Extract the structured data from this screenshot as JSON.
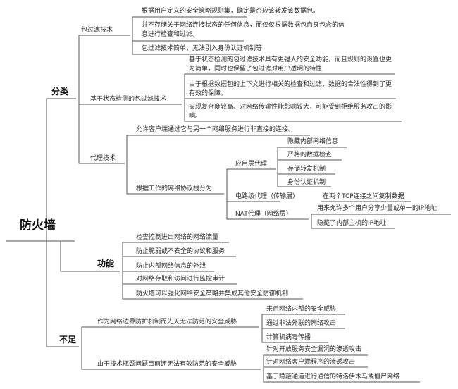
{
  "root": "防火墙",
  "classification": {
    "label": "分类",
    "packet_filter": {
      "label": "包过滤技术",
      "items": [
        "根据用户定义的安全策略规则集，确定是否应该转发该数据包。",
        "并不存储关于网络连接状态的任何信息，而仅仅根据数据包自身包含的信息进行检查和过滤。",
        "包过滤技术简单，无法引入身份认证机制等"
      ]
    },
    "stateful_filter": {
      "label": "基于状态检测的包过滤技术",
      "items": [
        "基于状态检测的包过滤技术具有更强大的安全功能，而且规则的设置也更为简单，同时也保留了包过滤对用户透明的特性",
        "由于根据数据包的上下文进行相关的检查和过滤，数据的合法性得到了更有效的保障。",
        "实现复杂度较高、对网络传输性能影响较大，可能受到拒绝服务攻击的影响。"
      ]
    },
    "proxy": {
      "label": "代理技术",
      "desc": "允许客户端通过它与另一个网络服务进行非直接的连接。",
      "layer_group": {
        "label": "根据工作的网络协议栈分为",
        "app_proxy": {
          "label": "应用层代理",
          "items": [
            "隐藏内部网络信息",
            "严格的数据检查",
            "存储转发机制",
            "身份认证机制"
          ]
        },
        "circuit_proxy": {
          "label": "电路级代理（传输层）",
          "desc": "在两个TCP连接之间复制数据"
        },
        "nat_proxy": {
          "label": "NAT代理（网络层）",
          "items": [
            "用来允许多个用户分享少量或单一的IP地址",
            "隐藏了内部主机的IP地址"
          ]
        }
      }
    }
  },
  "function": {
    "label": "功能",
    "items": [
      "检查控制进出网络的网络流量",
      "防止脆弱或不安全的协议和服务",
      "防止内部网络信息的外泄",
      "对网络存取和访问进行监控审计",
      "防火墙可以强化网络安全策略并集成其他安全防御机制"
    ]
  },
  "shortcoming": {
    "label": "不足",
    "boundary": {
      "label": "作为网络边界防护机制而先天无法防范的安全威胁",
      "items": [
        "来自网络内部的安全威胁",
        "通过非法外联的网络攻击",
        "计算机病毒传播"
      ]
    },
    "technical": {
      "label": "由于技术瓶颈问题目前还无法有效防范的安全威胁",
      "items": [
        "针对开放服务安全漏洞的渗透攻击",
        "针对网络客户端程序的渗透攻击",
        "基于隐蔽通道进行通信的特洛伊木马或僵尸网络"
      ]
    }
  }
}
